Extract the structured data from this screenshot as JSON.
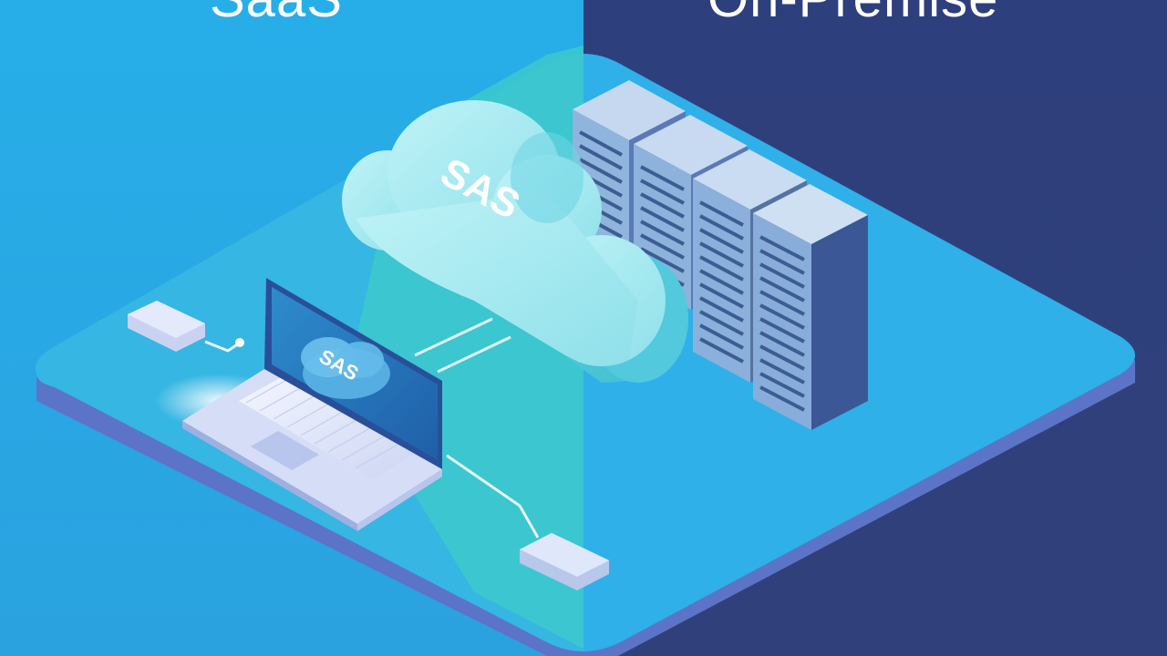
{
  "headings": {
    "saas": "SaaS",
    "on_premise": "On-Premise"
  },
  "cloud": {
    "label": "SAS"
  },
  "laptop": {
    "screen_label": "SAS"
  },
  "colors": {
    "left_background": "#27aee8",
    "right_background": "#2d3f7d",
    "platform": "#2ab0e6",
    "platform_teal": "#3cc8c8",
    "cloud": "#8fe6ee",
    "server": "#6fa6d6"
  },
  "icons": [
    "cloud-icon",
    "laptop-icon",
    "server-rack-icon",
    "router-icon",
    "mouse-icon"
  ]
}
